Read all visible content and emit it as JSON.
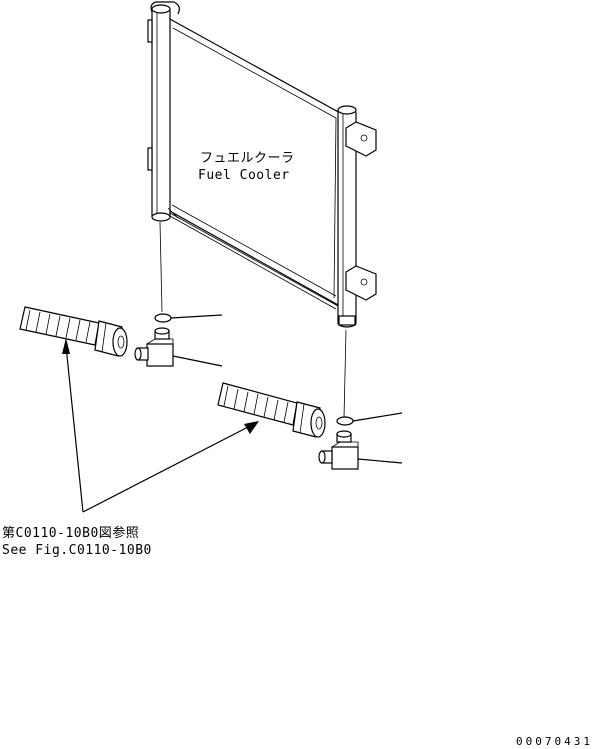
{
  "component": {
    "label_jp": "フュエルクーラ",
    "label_en": "Fuel Cooler"
  },
  "reference": {
    "label_jp": "第C0110-10B0図参照",
    "label_en": "See Fig.C0110-10B0"
  },
  "drawing_number": "00070431"
}
